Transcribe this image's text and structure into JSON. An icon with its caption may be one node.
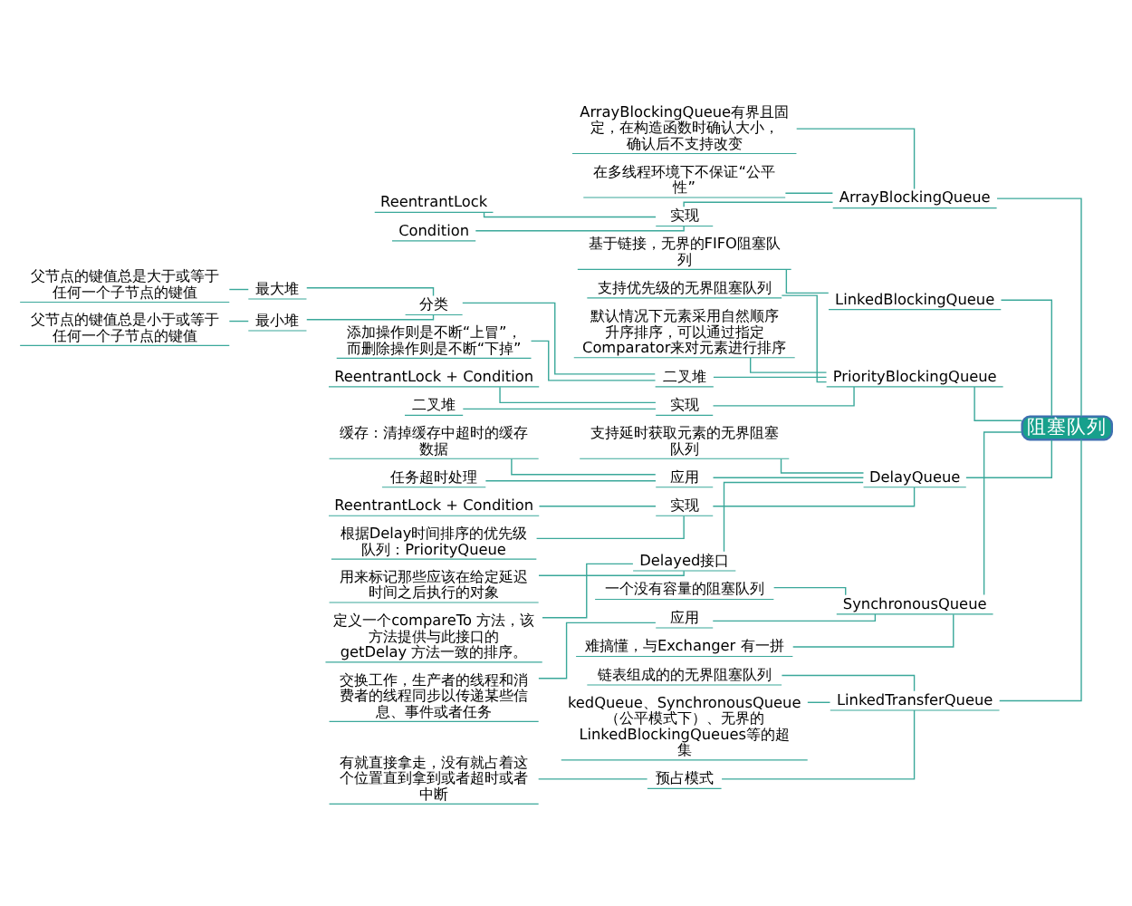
{
  "diagram": {
    "nodes": [
      {
        "text": [
          "阻塞队列"
        ]
      },
      {
        "text": [
          "ArrayBlockingQueue"
        ]
      },
      {
        "text": [
          "ArrayBlockingQueue有界且固定，在构造函数时确认大小，确认后不支持改变"
        ]
      },
      {
        "text": [
          "在多线程环境下不保证“公平性”"
        ]
      },
      {
        "text": [
          "实现"
        ]
      },
      {
        "text": [
          "ReentrantLock"
        ]
      },
      {
        "text": [
          "Condition"
        ]
      },
      {
        "text": [
          "LinkedBlockingQueue"
        ]
      },
      {
        "text": [
          "基于链接，无界的FIFO阻塞队列"
        ]
      },
      {
        "text": [
          "PriorityBlockingQueue"
        ]
      },
      {
        "text": [
          "支持优先级的无界阻塞队列"
        ]
      },
      {
        "text": [
          "默认情况下元素采用自然顺序升序排序，可以通过指定Comparator来对元素进行排序"
        ]
      },
      {
        "text": [
          "二叉堆"
        ]
      },
      {
        "text": [
          "分类"
        ]
      },
      {
        "text": [
          "最大堆"
        ]
      },
      {
        "text": [
          "父节点的键值总是大于或等于任何一个子节点的键值"
        ]
      },
      {
        "text": [
          "最小堆"
        ]
      },
      {
        "text": [
          "父节点的键值总是小于或等于任何一个子节点的键值"
        ]
      },
      {
        "text": [
          "添加操作则是不断“上冒”，而删除操作则是不断“下掉”"
        ]
      },
      {
        "text": [
          "实现"
        ]
      },
      {
        "text": [
          "ReentrantLock + Condition"
        ]
      },
      {
        "text": [
          "二叉堆"
        ]
      },
      {
        "text": [
          "DelayQueue"
        ]
      },
      {
        "text": [
          "支持延时获取元素的无界阻塞队列"
        ]
      },
      {
        "text": [
          "应用"
        ]
      },
      {
        "text": [
          "缓存：清掉缓存中超时的缓存数据"
        ]
      },
      {
        "text": [
          "任务超时处理"
        ]
      },
      {
        "text": [
          "实现"
        ]
      },
      {
        "text": [
          "ReentrantLock + Condition"
        ]
      },
      {
        "text": [
          "根据Delay时间排序的优先级队列：PriorityQueue"
        ]
      },
      {
        "text": [
          "Delayed接口"
        ]
      },
      {
        "text": [
          "用来标记那些应该在给定延迟时间之后执行的对象"
        ]
      },
      {
        "text": [
          "定义一个compareTo 方法，该方法提供与此接口的 getDelay 方法一致的排序。"
        ]
      },
      {
        "text": [
          "SynchronousQueue"
        ]
      },
      {
        "text": [
          "一个没有容量的阻塞队列"
        ]
      },
      {
        "text": [
          "应用"
        ]
      },
      {
        "text": [
          "交换工作，生产者的线程和消费者的线程同步以传递某些信息、事件或者任务"
        ]
      },
      {
        "text": [
          "难搞懂，与Exchanger 有一拼"
        ]
      },
      {
        "text": [
          "LinkedTransferQueue"
        ]
      },
      {
        "text": [
          "链表组成的的无界阻塞队列"
        ]
      },
      {
        "text": [
          "kedQueue、SynchronousQueue（公平模式下）、无界的LinkedBlockingQueues等的超集"
        ]
      },
      {
        "text": [
          "预占模式"
        ]
      },
      {
        "text": [
          "有就直接拿走，没有就占着这个位置直到拿到或者超时或者中断"
        ]
      }
    ],
    "edges": [
      {
        "from": 0,
        "to": 1,
        "arrow": "none"
      },
      {
        "from": 1,
        "to": 2,
        "arrow": "none"
      },
      {
        "from": 1,
        "to": 3,
        "arrow": "none"
      },
      {
        "from": 1,
        "to": 4,
        "arrow": "none"
      },
      {
        "from": 4,
        "to": 5,
        "arrow": "none"
      },
      {
        "from": 4,
        "to": 6,
        "arrow": "none"
      },
      {
        "from": 0,
        "to": 7,
        "arrow": "none"
      },
      {
        "from": 7,
        "to": 8,
        "arrow": "none"
      },
      {
        "from": 0,
        "to": 9,
        "arrow": "none"
      },
      {
        "from": 9,
        "to": 10,
        "arrow": "none"
      },
      {
        "from": 9,
        "to": 11,
        "arrow": "none"
      },
      {
        "from": 9,
        "to": 12,
        "arrow": "none"
      },
      {
        "from": 12,
        "to": 13,
        "arrow": "none"
      },
      {
        "from": 13,
        "to": 14,
        "arrow": "none"
      },
      {
        "from": 14,
        "to": 15,
        "arrow": "none"
      },
      {
        "from": 13,
        "to": 16,
        "arrow": "none"
      },
      {
        "from": 16,
        "to": 17,
        "arrow": "none"
      },
      {
        "from": 12,
        "to": 18,
        "arrow": "none"
      },
      {
        "from": 9,
        "to": 19,
        "arrow": "none"
      },
      {
        "from": 19,
        "to": 20,
        "arrow": "none"
      },
      {
        "from": 19,
        "to": 21,
        "arrow": "none"
      },
      {
        "from": 0,
        "to": 22,
        "arrow": "none"
      },
      {
        "from": 22,
        "to": 23,
        "arrow": "none"
      },
      {
        "from": 22,
        "to": 24,
        "arrow": "none"
      },
      {
        "from": 24,
        "to": 25,
        "arrow": "none"
      },
      {
        "from": 24,
        "to": 26,
        "arrow": "none"
      },
      {
        "from": 22,
        "to": 27,
        "arrow": "none"
      },
      {
        "from": 27,
        "to": 28,
        "arrow": "none"
      },
      {
        "from": 27,
        "to": 29,
        "arrow": "none"
      },
      {
        "from": 22,
        "to": 30,
        "arrow": "none"
      },
      {
        "from": 30,
        "to": 31,
        "arrow": "none"
      },
      {
        "from": 30,
        "to": 32,
        "arrow": "none"
      },
      {
        "from": 0,
        "to": 33,
        "arrow": "none"
      },
      {
        "from": 33,
        "to": 34,
        "arrow": "none"
      },
      {
        "from": 33,
        "to": 35,
        "arrow": "none"
      },
      {
        "from": 35,
        "to": 36,
        "arrow": "none"
      },
      {
        "from": 33,
        "to": 37,
        "arrow": "none"
      },
      {
        "from": 0,
        "to": 38,
        "arrow": "none"
      },
      {
        "from": 38,
        "to": 39,
        "arrow": "none"
      },
      {
        "from": 38,
        "to": 40,
        "arrow": "none"
      },
      {
        "from": 38,
        "to": 41,
        "arrow": "none"
      },
      {
        "from": 41,
        "to": 42,
        "arrow": "none"
      }
    ]
  }
}
